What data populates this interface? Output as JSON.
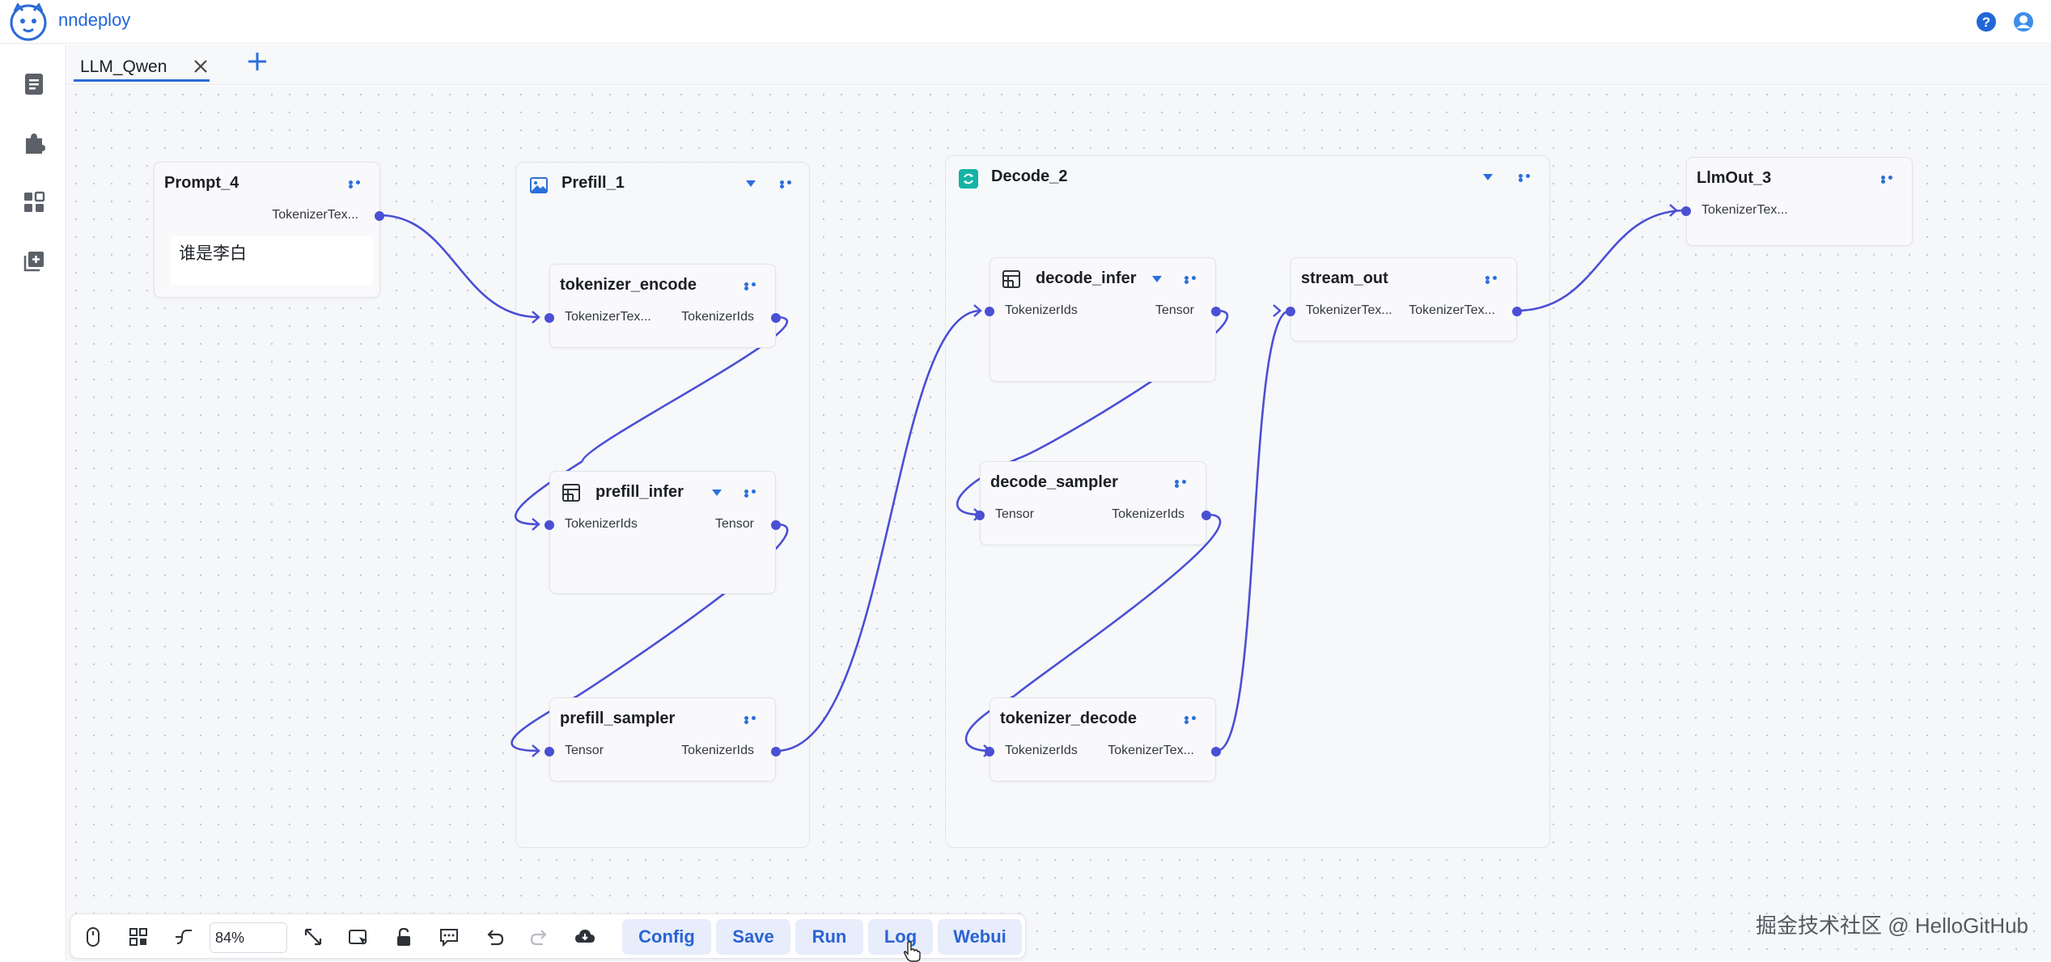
{
  "app": {
    "name": "nndeploy"
  },
  "tabs": [
    {
      "label": "LLM_Qwen"
    }
  ],
  "nodes": {
    "prompt": {
      "title": "Prompt_4",
      "output": "TokenizerTex...",
      "text": "谁是李白"
    },
    "prefill_group": {
      "title": "Prefill_1"
    },
    "tokenizer_encode": {
      "title": "tokenizer_encode",
      "input": "TokenizerTex...",
      "output": "TokenizerIds"
    },
    "prefill_infer": {
      "title": "prefill_infer",
      "input": "TokenizerIds",
      "output": "Tensor"
    },
    "prefill_sampler": {
      "title": "prefill_sampler",
      "input": "Tensor",
      "output": "TokenizerIds"
    },
    "decode_group": {
      "title": "Decode_2"
    },
    "decode_infer": {
      "title": "decode_infer",
      "input": "TokenizerIds",
      "output": "Tensor"
    },
    "decode_sampler": {
      "title": "decode_sampler",
      "input": "Tensor",
      "output": "TokenizerIds"
    },
    "tokenizer_decode": {
      "title": "tokenizer_decode",
      "input": "TokenizerIds",
      "output": "TokenizerTex..."
    },
    "stream_out": {
      "title": "stream_out",
      "input": "TokenizerTex...",
      "output": "TokenizerTex..."
    },
    "llm_out": {
      "title": "LlmOut_3",
      "input": "TokenizerTex..."
    }
  },
  "toolbar": {
    "zoom": "84%",
    "buttons": {
      "config": "Config",
      "save": "Save",
      "run": "Run",
      "log": "Log",
      "webui": "Webui"
    }
  },
  "watermark": "掘金技术社区 @ HelloGitHub",
  "colors": {
    "accent": "#2b6fdc",
    "edge": "#4a4fd4",
    "port": "#4a4fd4",
    "button_bg": "#e8edfb"
  },
  "icons": [
    "logo-icon",
    "help-icon",
    "user-icon",
    "document-icon",
    "plugin-icon",
    "grid-icon",
    "add-copy-icon",
    "close-icon",
    "plus-icon",
    "image-icon",
    "loop-icon",
    "table-icon",
    "mouse-icon",
    "minimap-icon",
    "line-style-icon",
    "fit-view-icon",
    "select-icon",
    "lock-icon",
    "comment-icon",
    "undo-icon",
    "redo-icon",
    "cloud-download-icon"
  ]
}
